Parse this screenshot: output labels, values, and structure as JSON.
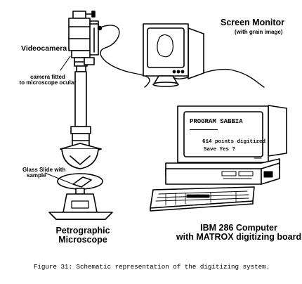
{
  "labels": {
    "videocamera": "Videocamera",
    "camera_fitted_1": "camera fitted",
    "camera_fitted_2": "to microscope ocular",
    "glass_slide_1": "Glass Slide with",
    "glass_slide_2": "sample",
    "microscope_1": "Petrographic",
    "microscope_2": "Microscope",
    "monitor_title": "Screen Monitor",
    "monitor_sub": "(with grain image)",
    "computer_1": "IBM 286 Computer",
    "computer_2": "with MATROX digitizing board"
  },
  "screen": {
    "program": "PROGRAM SABBIA",
    "points": "614 points digitized",
    "save": "Save Yes ?"
  },
  "caption": "Figure 31: Schematic representation of the digitizing system."
}
